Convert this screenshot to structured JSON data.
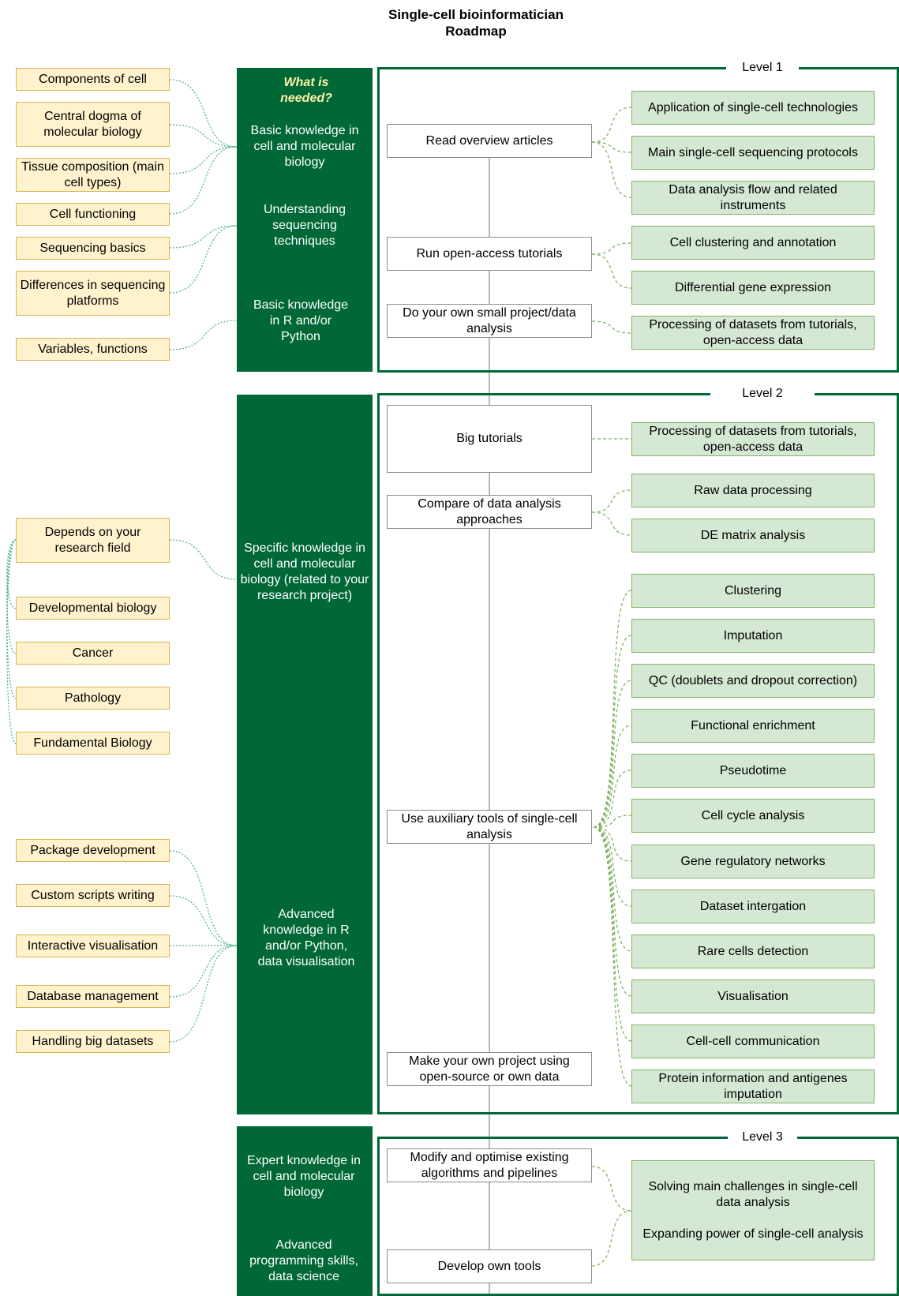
{
  "title_line1": "Single-cell bioinformatician",
  "title_line2": "Roadmap",
  "what_needed": "What is needed?",
  "green_col": {
    "basic_cell": "Basic knowledge in cell and molecular biology",
    "sequencing": "Understanding sequencing techniques",
    "basic_r": "Basic knowledge in R and/or Python",
    "specific_cell": "Specific knowledge in cell and molecular biology (related to your research project)",
    "advanced_r": "Advanced knowledge in R and/or Python, data visualisation",
    "expert_cell": "Expert knowledge in cell and molecular biology",
    "advanced_prog": "Advanced programming skills, data science"
  },
  "yellow": {
    "components": "Components of cell",
    "central_dogma": "Central dogma of molecular biology",
    "tissue": "Tissue composition (main cell types)",
    "cell_func": "Cell functioning",
    "seq_basics": "Sequencing basics",
    "seq_diff": "Differences in sequencing platforms",
    "variables": "Variables, functions",
    "depends": "Depends on your research field",
    "dev_bio": "Developmental biology",
    "cancer": "Cancer",
    "pathology": "Pathology",
    "fund_bio": "Fundamental Biology",
    "package_dev": "Package development",
    "custom_scripts": "Custom scripts writing",
    "interactive_vis": "Interactive visualisation",
    "database": "Database management",
    "big_datasets": "Handling big datasets"
  },
  "levels": {
    "l1": "Level 1",
    "l2": "Level 2",
    "l3": "Level 3"
  },
  "steps": {
    "read_overview": "Read overview articles",
    "run_tutorials": "Run open-access tutorials",
    "own_small": "Do your own small project/data analysis",
    "big_tutorials": "Big tutorials",
    "compare": "Compare of data analysis approaches",
    "aux_tools": "Use auxiliary tools of single-cell analysis",
    "own_project": "Make your own project using open-source or own data",
    "modify": "Modify and optimise existing algorithms and pipelines",
    "develop": "Develop own tools"
  },
  "outcomes": {
    "application": "Application of single-cell technologies",
    "protocols": "Main single-cell sequencing protocols",
    "flow": "Data analysis flow and related instruments",
    "clustering_annot": "Cell clustering and annotation",
    "diff_expr": "Differential gene expression",
    "processing1": "Processing of datasets from tutorials, open-access data",
    "processing2": "Processing of datasets from tutorials, open-access data",
    "raw": "Raw data processing",
    "de_matrix": "DE matrix analysis",
    "clustering": "Clustering",
    "imputation": "Imputation",
    "qc": "QC (doublets and dropout correction)",
    "functional": "Functional enrichment",
    "pseudotime": "Pseudotime",
    "cell_cycle": "Cell cycle analysis",
    "grn": "Gene regulatory networks",
    "integration": "Dataset intergation",
    "rare": "Rare cells detection",
    "visualisation": "Visualisation",
    "communication": "Cell-cell communication",
    "protein": "Protein information and antigenes imputation",
    "challenges": "Solving main challenges in single-cell data analysis",
    "expanding": "Expanding power of single-cell analysis"
  },
  "colors": {
    "dark_green": "#006837",
    "light_green": "#d5e8d4",
    "yellow": "#fff2cc",
    "yellow_border": "#d6b656"
  }
}
